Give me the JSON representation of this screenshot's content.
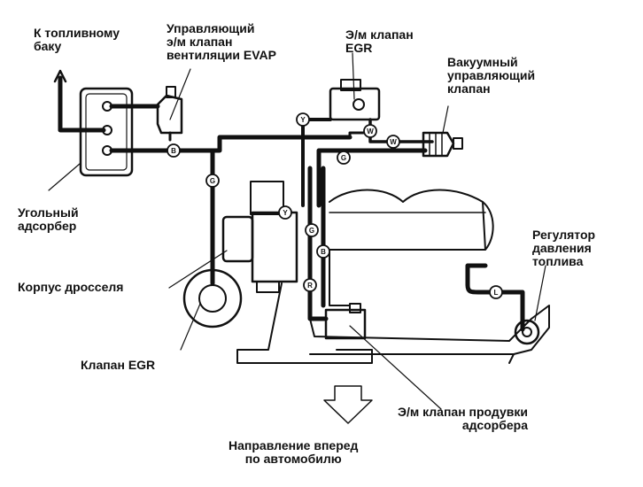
{
  "labels": {
    "fuel_tank": "К топливному\nбаку",
    "evap_valve": "Управляющий\nэ/м клапан\nвентиляции EVAP",
    "egr_solenoid": "Э/м клапан\nEGR",
    "vacuum_valve": "Вакуумный\nуправляющий\nклапан",
    "charcoal_canister": "Угольный\nадсорбер",
    "throttle_body": "Корпус дросселя",
    "fuel_pressure_regulator": "Регулятор\nдавления\nтоплива",
    "egr_valve": "Клапан EGR",
    "purge_solenoid": "Э/м клапан продувки\nадсорбера",
    "forward_direction": "Направление вперед\nпо автомобилю"
  },
  "hose_tags": [
    "B",
    "G",
    "Y",
    "W",
    "W",
    "G",
    "Y",
    "G",
    "B",
    "R",
    "L"
  ],
  "colors": {
    "ink": "#111111",
    "paper": "#ffffff"
  }
}
